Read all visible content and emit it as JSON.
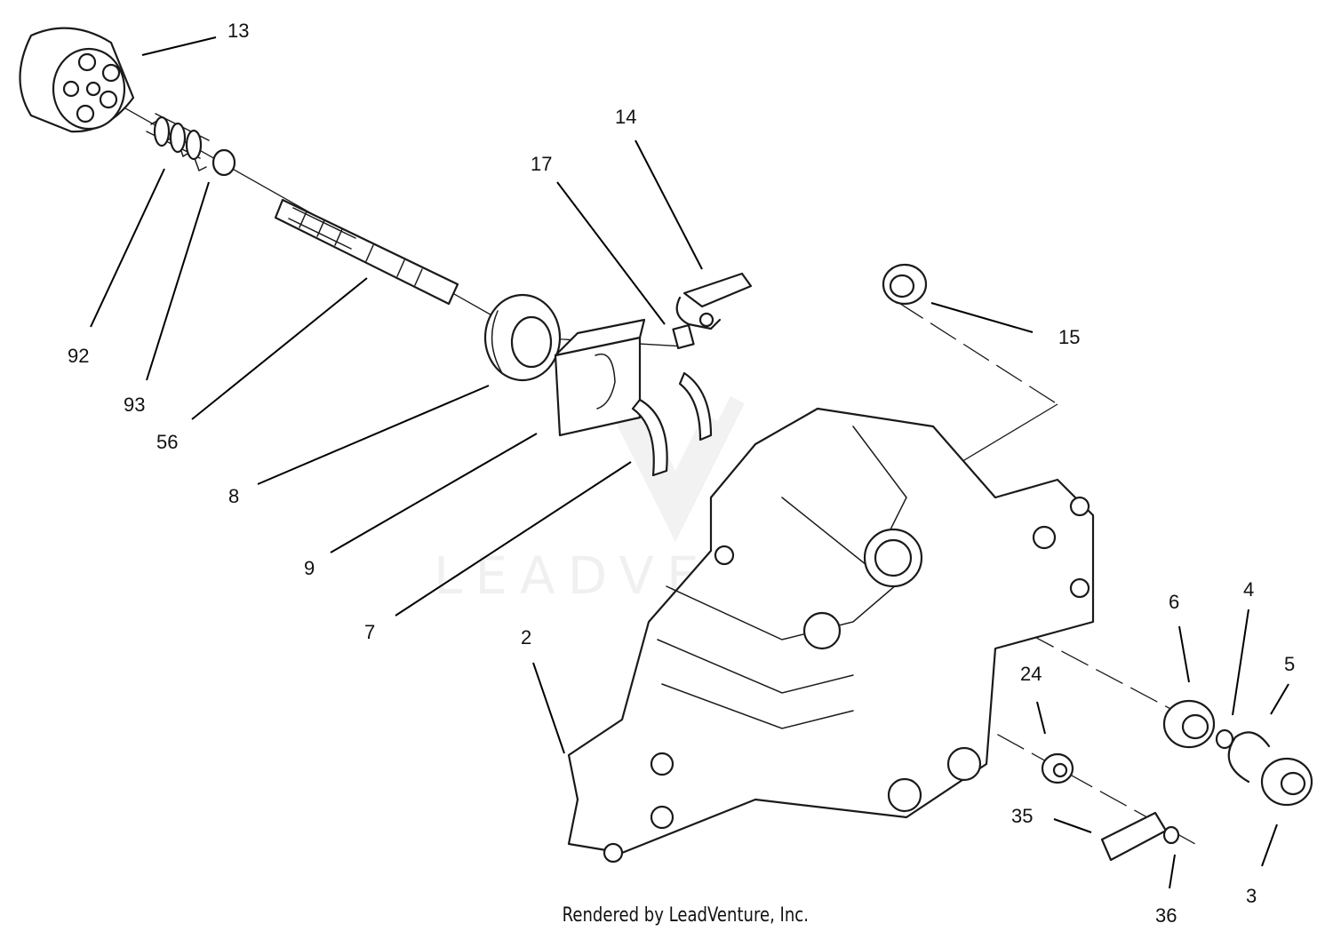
{
  "footer": {
    "text": "Rendered by LeadVenture, Inc."
  },
  "watermark": {
    "text": "LEADVENTURE"
  },
  "callouts": {
    "c13": "13",
    "c92": "92",
    "c93": "93",
    "c56": "56",
    "c8": "8",
    "c9": "9",
    "c7": "7",
    "c17": "17",
    "c14": "14",
    "c15": "15",
    "c2": "2",
    "c6": "6",
    "c4": "4",
    "c5": "5",
    "c24": "24",
    "c35": "35",
    "c36": "36",
    "c3": "3"
  }
}
